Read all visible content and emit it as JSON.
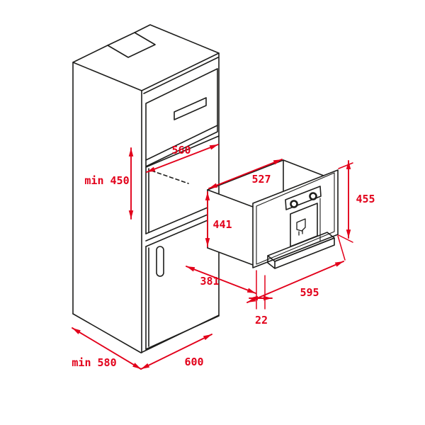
{
  "colors": {
    "dimension_red": "#e2001a",
    "line_black": "#1d1d1b",
    "background": "#ffffff"
  },
  "dimensions": {
    "niche_width": "560",
    "niche_height": "min 450",
    "body_width": "527",
    "body_height": "441",
    "front_frame_height": "455",
    "body_depth": "381",
    "front_frame_width": "595",
    "front_protrusion": "22",
    "cabinet_side_depth": "min 580",
    "cabinet_front_width": "600"
  }
}
